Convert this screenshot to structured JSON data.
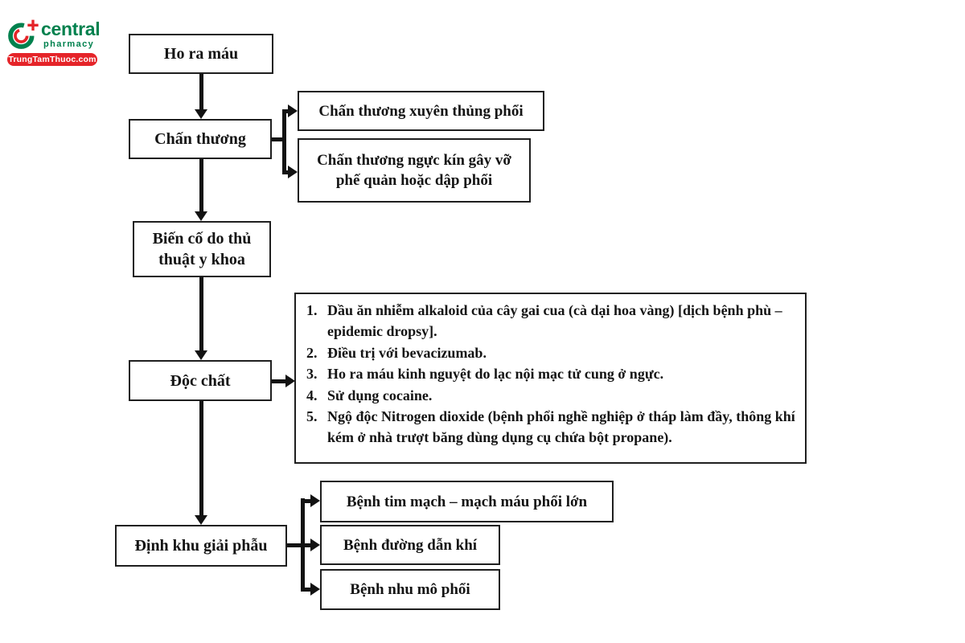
{
  "logo": {
    "brand": "central",
    "tagline": "pharmacy",
    "site": "TrungTamThuoc.com",
    "green": "#00814e",
    "red": "#e52429"
  },
  "flowchart": {
    "root_label": "Ho ra máu",
    "trauma_label": "Chấn thương",
    "trauma_children": [
      "Chấn thương xuyên thủng phổi",
      "Chấn thương ngực kín gây vỡ phế quản hoặc dập phổi"
    ],
    "procedure_label": "Biến cố do thủ thuật y khoa",
    "toxin_label": "Độc chất",
    "toxin_items": [
      {
        "num": "1.",
        "text": "Dầu ăn nhiễm alkaloid của cây gai cua (cà dại hoa vàng) [dịch bệnh phù – epidemic dropsy]."
      },
      {
        "num": "2.",
        "text": "Điều trị với bevacizumab."
      },
      {
        "num": "3.",
        "text": "Ho ra máu kinh nguyệt do lạc nội mạc tử cung ở ngực."
      },
      {
        "num": "4.",
        "text": "Sử dụng cocaine."
      },
      {
        "num": "5.",
        "text": "Ngộ độc Nitrogen dioxide (bệnh phổi nghề nghiệp ở tháp làm đầy, thông khí kém ở nhà trượt băng dùng dụng cụ chứa bột propane)."
      }
    ],
    "anatomy_label": "Định khu giải phẫu",
    "anatomy_children": [
      "Bệnh tim mạch – mạch máu phổi lớn",
      "Bệnh đường dẫn khí",
      "Bệnh nhu mô phổi"
    ]
  }
}
